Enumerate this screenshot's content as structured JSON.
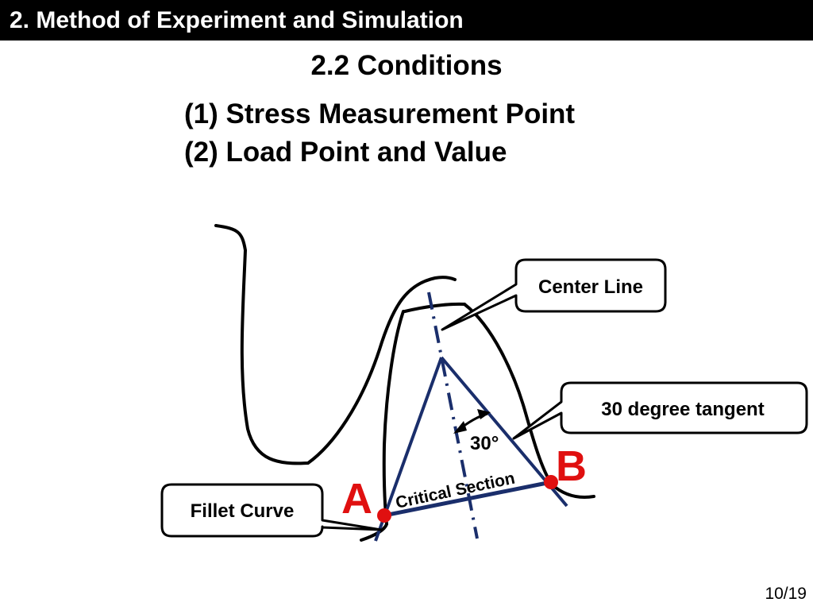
{
  "header": {
    "title": "2. Method of Experiment and Simulation"
  },
  "slide": {
    "subtitle": "2.2 Conditions",
    "items": [
      "(1) Stress Measurement Point",
      "(2) Load Point and Value"
    ]
  },
  "diagram": {
    "callouts": {
      "center_line": "Center Line",
      "tangent": "30 degree tangent",
      "fillet": "Fillet Curve"
    },
    "angle_label": "30°",
    "point_a": "A",
    "point_b": "B",
    "section_label": "Critical Section",
    "colors": {
      "lines": "#1a2e6b",
      "points": "#e01010",
      "labels": "#e01010",
      "curve": "#000000"
    }
  },
  "page": "10/19"
}
